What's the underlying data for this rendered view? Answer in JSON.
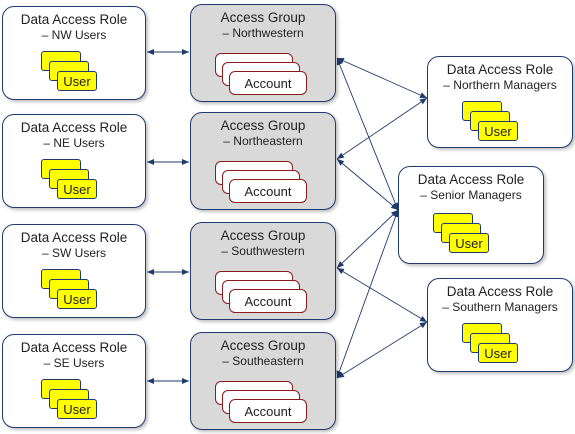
{
  "colors": {
    "role_border": "#1f3a6e",
    "group_fill": "#d9d9d9",
    "user_fill": "#ffff00",
    "account_border": "#8b1a1a",
    "connector": "#1f3a6e"
  },
  "left_roles": [
    {
      "title": "Data Access Role",
      "subtitle": "– NW Users",
      "item": "User"
    },
    {
      "title": "Data Access Role",
      "subtitle": "– NE Users",
      "item": "User"
    },
    {
      "title": "Data Access Role",
      "subtitle": "– SW Users",
      "item": "User"
    },
    {
      "title": "Data Access Role",
      "subtitle": "– SE Users",
      "item": "User"
    }
  ],
  "groups": [
    {
      "title": "Access Group",
      "subtitle": "– Northwestern",
      "item": "Account"
    },
    {
      "title": "Access Group",
      "subtitle": "– Northeastern",
      "item": "Account"
    },
    {
      "title": "Access Group",
      "subtitle": "– Southwestern",
      "item": "Account"
    },
    {
      "title": "Access Group",
      "subtitle": "– Southeastern",
      "item": "Account"
    }
  ],
  "right_roles": [
    {
      "title": "Data Access Role",
      "subtitle": "– Northern Managers",
      "item": "User"
    },
    {
      "title": "Data Access Role",
      "subtitle": "– Senior Managers",
      "item": "User"
    },
    {
      "title": "Data Access Role",
      "subtitle": "– Southern Managers",
      "item": "User"
    }
  ],
  "links": [
    {
      "from": "left_roles.0",
      "to": "groups.0"
    },
    {
      "from": "left_roles.1",
      "to": "groups.1"
    },
    {
      "from": "left_roles.2",
      "to": "groups.2"
    },
    {
      "from": "left_roles.3",
      "to": "groups.3"
    },
    {
      "from": "groups.0",
      "to": "right_roles.0"
    },
    {
      "from": "groups.0",
      "to": "right_roles.1"
    },
    {
      "from": "groups.1",
      "to": "right_roles.0"
    },
    {
      "from": "groups.1",
      "to": "right_roles.1"
    },
    {
      "from": "groups.2",
      "to": "right_roles.1"
    },
    {
      "from": "groups.2",
      "to": "right_roles.2"
    },
    {
      "from": "groups.3",
      "to": "right_roles.1"
    },
    {
      "from": "groups.3",
      "to": "right_roles.2"
    }
  ]
}
